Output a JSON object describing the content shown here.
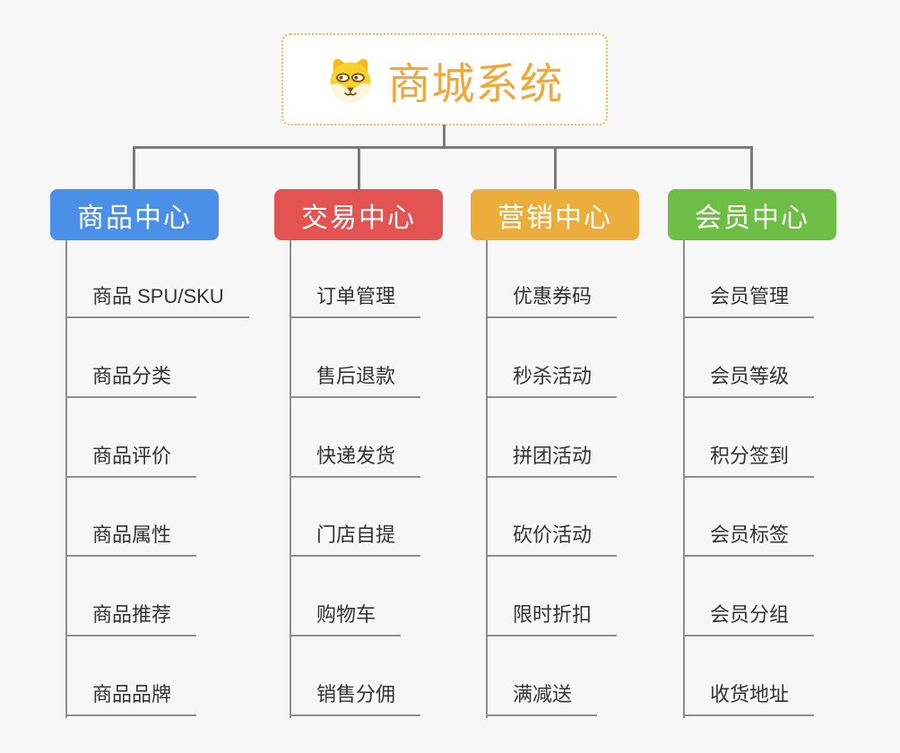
{
  "root": {
    "title": "商城系统",
    "icon": "dog-face-icon",
    "title_color": "#EFA938",
    "border_color": "#F3B95F"
  },
  "palette": {
    "canvas_background": "#f7f7f7",
    "connector_gray": "#7b7b7b",
    "underline_gray": "#8f8f8f",
    "child_text": "#333333",
    "header_text": "#ffffff"
  },
  "branches": [
    {
      "label": "商品中心",
      "color": "#4A90E8",
      "children": [
        "商品 SPU/SKU",
        "商品分类",
        "商品评价",
        "商品属性",
        "商品推荐",
        "商品品牌"
      ]
    },
    {
      "label": "交易中心",
      "color": "#E25351",
      "children": [
        "订单管理",
        "售后退款",
        "快递发货",
        "门店自提",
        "购物车",
        "销售分佣"
      ]
    },
    {
      "label": "营销中心",
      "color": "#EBAD3C",
      "children": [
        "优惠券码",
        "秒杀活动",
        "拼团活动",
        "砍价活动",
        "限时折扣",
        "满减送"
      ]
    },
    {
      "label": "会员中心",
      "color": "#6EBE45",
      "children": [
        "会员管理",
        "会员等级",
        "积分签到",
        "会员标签",
        "会员分组",
        "收货地址"
      ]
    }
  ]
}
